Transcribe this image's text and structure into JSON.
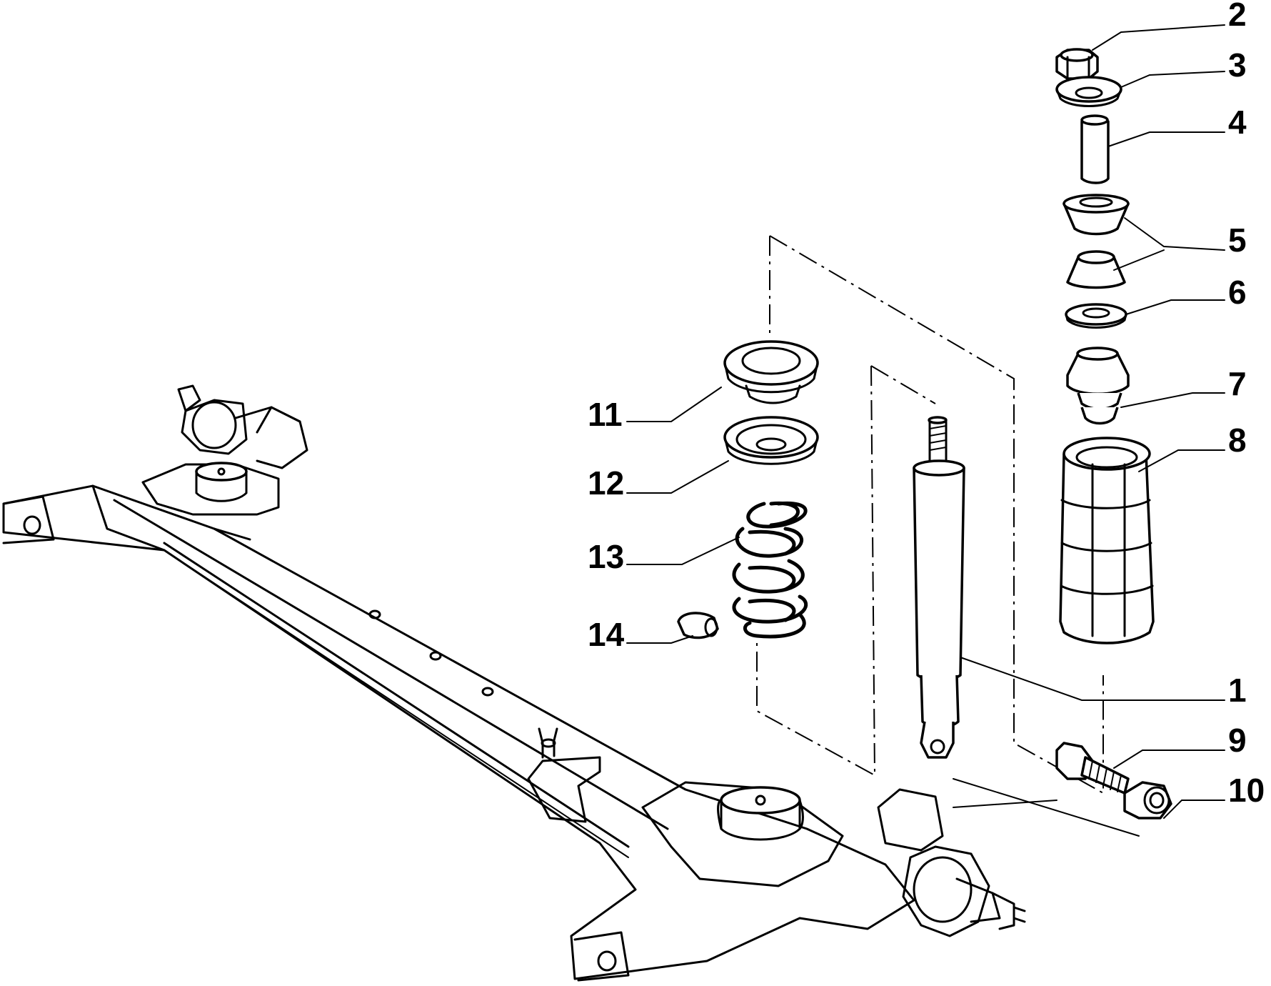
{
  "callouts": [
    {
      "id": "1",
      "label": "1"
    },
    {
      "id": "2",
      "label": "2"
    },
    {
      "id": "3",
      "label": "3"
    },
    {
      "id": "4",
      "label": "4"
    },
    {
      "id": "5",
      "label": "5"
    },
    {
      "id": "6",
      "label": "6"
    },
    {
      "id": "7",
      "label": "7"
    },
    {
      "id": "8",
      "label": "8"
    },
    {
      "id": "9",
      "label": "9"
    },
    {
      "id": "10",
      "label": "10"
    },
    {
      "id": "11",
      "label": "11"
    },
    {
      "id": "12",
      "label": "12"
    },
    {
      "id": "13",
      "label": "13"
    },
    {
      "id": "14",
      "label": "14"
    }
  ]
}
